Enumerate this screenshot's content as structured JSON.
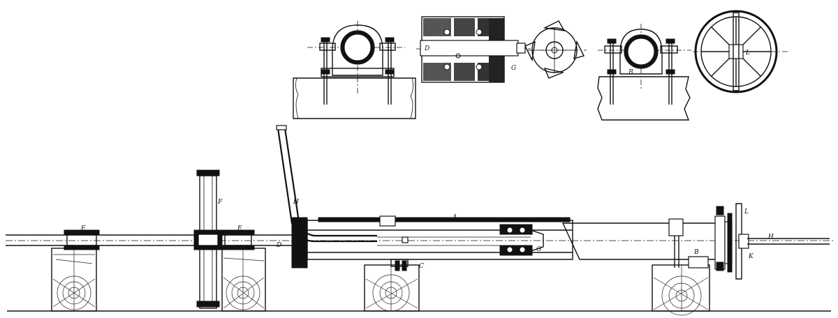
{
  "drawing": {
    "part_labels": {
      "A": "A",
      "B_main": "B",
      "B_detail": "B",
      "C": "C",
      "D_main": "D",
      "D_detail": "D",
      "E_left": "E",
      "E_right": "E",
      "F": "F",
      "G_main": "G",
      "G_detail": "G",
      "H_main": "H",
      "H_bar": "H",
      "K": "K",
      "L_main": "L",
      "L_wheel": "L"
    }
  }
}
